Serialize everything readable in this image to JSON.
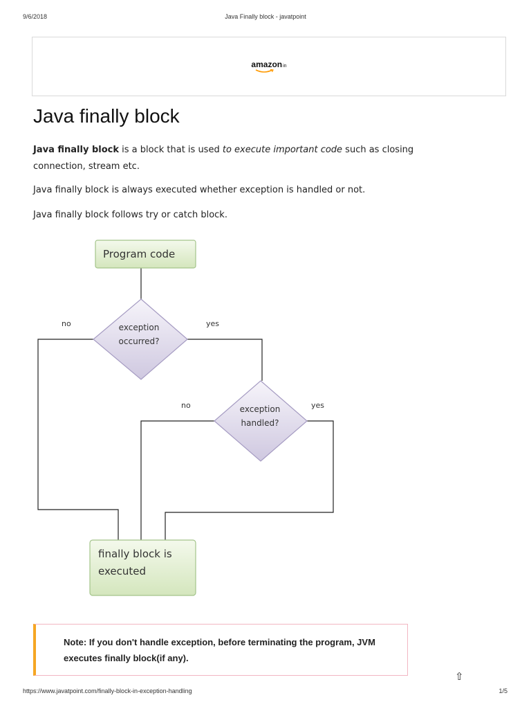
{
  "header": {
    "date": "9/6/2018",
    "title": "Java Finally block - javatpoint"
  },
  "ad": {
    "logo_text": "amazon",
    "logo_suffix": "in"
  },
  "article": {
    "title": "Java finally block",
    "p1_bold": "Java finally block",
    "p1_mid": " is a block that is used ",
    "p1_em": "to execute important code",
    "p1_end": " such as closing connection, stream etc.",
    "p2": "Java finally block is always executed whether exception is handled or not.",
    "p3": "Java finally block follows try or catch block."
  },
  "flowchart": {
    "start": "Program code",
    "decision1_line1": "exception",
    "decision1_line2": "occurred?",
    "no1": "no",
    "yes1": "yes",
    "decision2_line1": "exception",
    "decision2_line2": "handled?",
    "no2": "no",
    "yes2": "yes",
    "end_line1": "finally block is",
    "end_line2": "executed"
  },
  "note": {
    "text": "Note: If you don't handle exception, before terminating the program, JVM executes finally block(if any)."
  },
  "footer": {
    "url": "https://www.javatpoint.com/finally-block-in-exception-handling",
    "page": "1/5"
  },
  "icons": {
    "scroll_up": "⇧"
  },
  "colors": {
    "process_fill_top": "#f4f9ec",
    "process_fill_bottom": "#d4e6bd",
    "process_stroke": "#a3c48a",
    "decision_fill_top": "#f6f4fa",
    "decision_fill_bottom": "#cfc8e0",
    "decision_stroke": "#a59bc2",
    "note_border": "#f5a623"
  }
}
